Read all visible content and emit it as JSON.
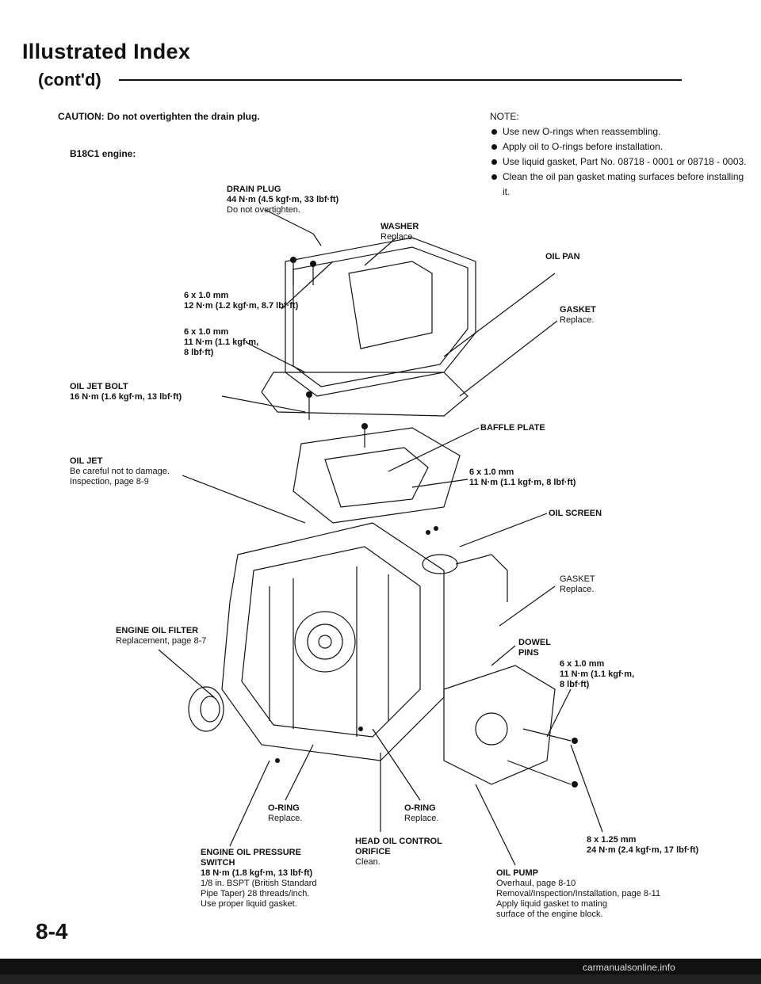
{
  "header": {
    "title": "Illustrated Index",
    "subtitle": "(cont'd)"
  },
  "caution": "CAUTION: Do not overtighten the drain plug.",
  "engine": "B18C1 engine:",
  "note_heading": "NOTE:",
  "notes": [
    "Use new O-rings when reassembling.",
    "Apply oil to O-rings before installation.",
    "Use liquid gasket, Part No. 08718 - 0001 or 08718 - 0003.",
    "Clean the oil pan gasket mating surfaces before installing it."
  ],
  "labels": {
    "drain_plug": {
      "h": "DRAIN PLUG",
      "l1": "44 N·m (4.5 kgf·m, 33 lbf·ft)",
      "l2": "Do not overtighten."
    },
    "washer": {
      "h": "WASHER",
      "l1": "Replace."
    },
    "oil_pan": {
      "h": "OIL PAN"
    },
    "bolt_12": {
      "l1": "6 x 1.0 mm",
      "l2": "12 N·m (1.2 kgf·m, 8.7 lbf·ft)"
    },
    "gasket_pan": {
      "h": "GASKET",
      "l1": "Replace."
    },
    "bolt_11a": {
      "l1": "6 x 1.0 mm",
      "l2": "11 N·m (1.1 kgf·m,",
      "l3": "8 lbf·ft)"
    },
    "oil_jet_bolt": {
      "h": "OIL JET BOLT",
      "l1": "16 N·m (1.6 kgf·m, 13 lbf·ft)"
    },
    "baffle_plate": {
      "h": "BAFFLE PLATE"
    },
    "oil_jet": {
      "h": "OIL JET",
      "l1": "Be careful not to damage.",
      "l2": "Inspection, page 8-9"
    },
    "bolt_11b": {
      "l1": "6 x 1.0 mm",
      "l2": "11 N·m (1.1 kgf·m, 8 lbf·ft)"
    },
    "oil_screen": {
      "h": "OIL SCREEN"
    },
    "gasket_screen": {
      "h": "GASKET",
      "l1": "Replace."
    },
    "filter": {
      "h": "ENGINE OIL FILTER",
      "l1": "Replacement, page 8-7"
    },
    "dowel": {
      "h1": "DOWEL",
      "h2": "PINS"
    },
    "bolt_11c": {
      "l1": "6 x 1.0 mm",
      "l2": "11 N·m (1.1 kgf·m,",
      "l3": "8 lbf·ft)"
    },
    "oring_a": {
      "h": "O-RING",
      "l1": "Replace."
    },
    "oring_b": {
      "h": "O-RING",
      "l1": "Replace."
    },
    "bolt_24": {
      "l1": "8 x 1.25 mm",
      "l2": "24 N·m (2.4 kgf·m, 17 lbf·ft)"
    },
    "orifice": {
      "h1": "HEAD OIL CONTROL",
      "h2": "ORIFICE",
      "l1": "Clean."
    },
    "pressure": {
      "h1": "ENGINE OIL PRESSURE",
      "h2": "SWITCH",
      "l1": "18 N·m (1.8 kgf·m, 13 lbf·ft)",
      "l2": "1/8 in. BSPT (British Standard",
      "l3": "Pipe Taper) 28 threads/inch.",
      "l4": "Use proper liquid gasket."
    },
    "pump": {
      "h": "OIL PUMP",
      "l1": "Overhaul, page 8-10",
      "l2": "Removal/Inspection/Installation, page 8-11",
      "l3": "Apply liquid gasket to mating",
      "l4": "surface of the engine block."
    }
  },
  "page_number": "8-4",
  "watermark": "carmanualsonline.info"
}
